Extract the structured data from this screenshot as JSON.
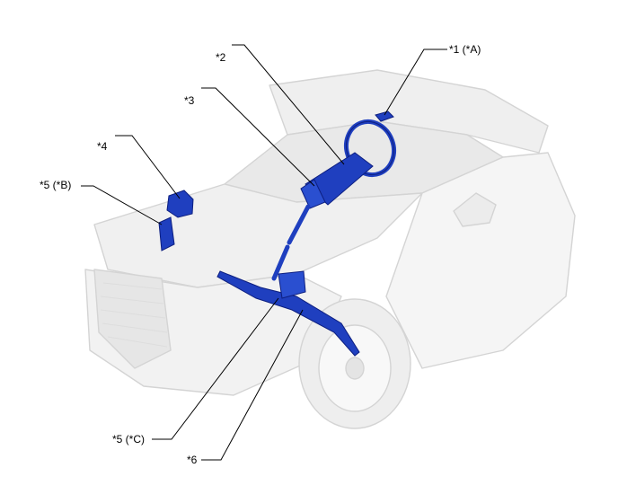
{
  "callouts": {
    "c1": "*1 (*A)",
    "c2": "*2",
    "c3": "*3",
    "c4": "*4",
    "c5b": "*5 (*B)",
    "c5c": "*5 (*C)",
    "c6": "*6"
  },
  "colors": {
    "car_outline": "#d6d6d6",
    "car_fill": "#f2f2f2",
    "component": "#1f3fbf",
    "component_dark": "#0d1f80",
    "leader": "#000000"
  }
}
